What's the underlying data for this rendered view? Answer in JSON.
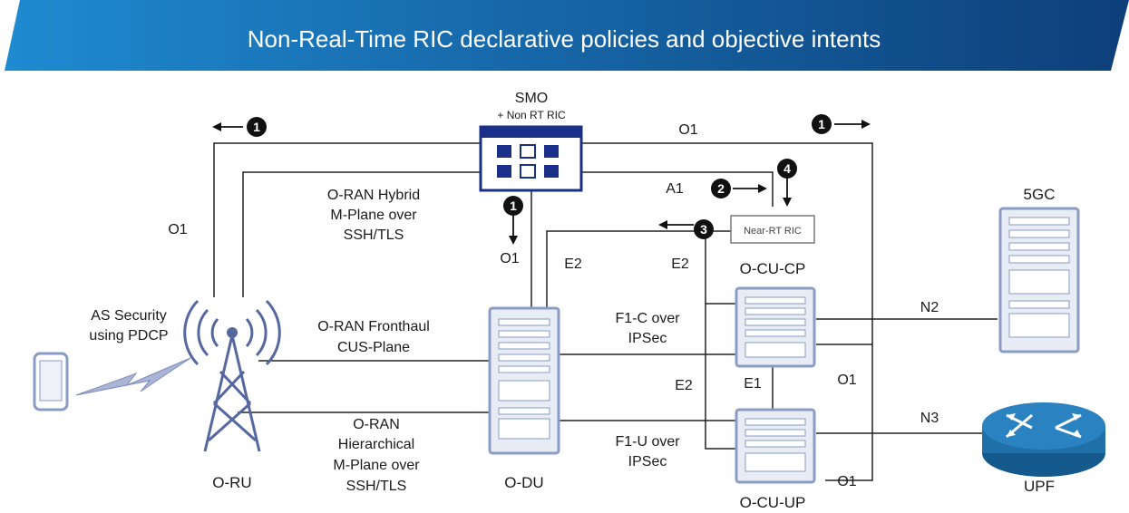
{
  "title": "Non-Real-Time RIC declarative policies and objective intents",
  "nodes": {
    "smo": "SMO",
    "smo_sub": "+ Non RT RIC",
    "near_rt_ric": "Near-RT RIC",
    "ocu_cp": "O-CU-CP",
    "ocu_up": "O-CU-UP",
    "odu": "O-DU",
    "oru": "O-RU",
    "fivegc": "5GC",
    "upf": "UPF"
  },
  "interfaces": {
    "o1_top": "O1",
    "o1_left": "O1",
    "o1_odu": "O1",
    "o1_cp": "O1",
    "o1_up": "O1",
    "a1": "A1",
    "e2_odu": "E2",
    "e2_cp": "E2",
    "e2_up": "E2",
    "e1": "E1",
    "n2": "N2",
    "n3": "N3"
  },
  "labels": {
    "hybrid": [
      "O-RAN Hybrid",
      "M-Plane over",
      "SSH/TLS"
    ],
    "fronthaul": [
      "O-RAN Fronthaul",
      "CUS-Plane"
    ],
    "hierarchical": [
      "O-RAN",
      "Hierarchical",
      "M-Plane over",
      "SSH/TLS"
    ],
    "as_security": [
      "AS Security",
      "using PDCP"
    ],
    "f1c": [
      "F1-C over",
      "IPSec"
    ],
    "f1u": [
      "F1-U over",
      "IPSec"
    ]
  },
  "steps": [
    "1",
    "1",
    "1",
    "2",
    "3",
    "4"
  ],
  "colors": {
    "banner_start": "#1f8ad0",
    "banner_end": "#0d3f7a",
    "smo_blue": "#1a2f8a",
    "server_border": "#8a9cc4",
    "server_fill": "#e8ecf5",
    "router": "#1f6fa8"
  }
}
